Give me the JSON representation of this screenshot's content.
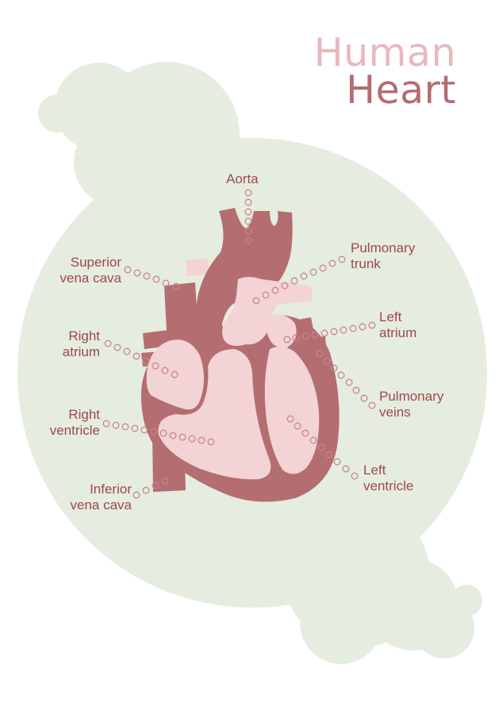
{
  "title": {
    "line1": "Human",
    "line2": "Heart"
  },
  "labels": {
    "aorta": [
      "Aorta"
    ],
    "superior_vena_cava": [
      "Superior",
      "vena cava"
    ],
    "pulmonary_trunk": [
      "Pulmonary",
      "trunk"
    ],
    "left_atrium": [
      "Left",
      "atrium"
    ],
    "right_atrium": [
      "Right",
      "atrium"
    ],
    "pulmonary_veins": [
      "Pulmonary",
      "veins"
    ],
    "right_ventricle": [
      "Right",
      "ventricle"
    ],
    "left_ventricle": [
      "Left",
      "ventricle"
    ],
    "inferior_vena_cava": [
      "Inferior",
      "vena cava"
    ]
  },
  "colors": {
    "title_light": "#e8b8bc",
    "title_dark": "#b46d70",
    "label_text": "#a0474d",
    "background_blob": "#e4eddf",
    "heart_dark": "#b46d70",
    "heart_light": "#f3d3d5",
    "leader_dots": "#c9858a"
  }
}
